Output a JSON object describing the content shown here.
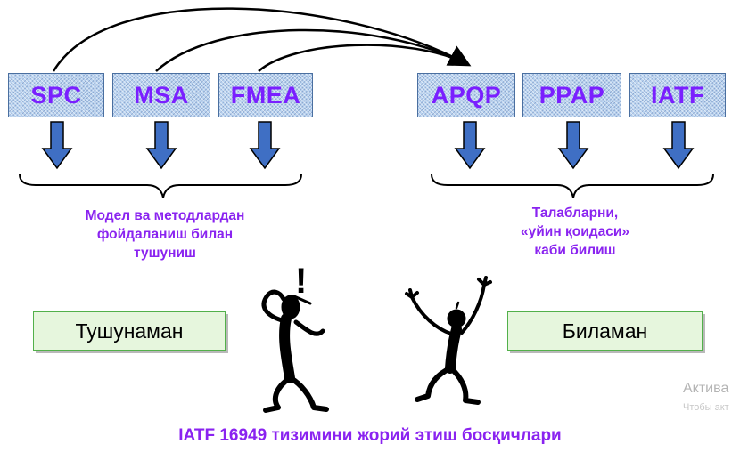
{
  "boxes_left": [
    "SPC",
    "MSA",
    "FMEA"
  ],
  "boxes_right": [
    "APQP",
    "PPAP",
    "IATF"
  ],
  "caption_left": [
    "Модел ва методлардан",
    "фойдаланиш билан",
    "тушуниш"
  ],
  "caption_right": [
    "Талабларни,",
    "«уйин қоидаси»",
    "каби билиш"
  ],
  "state_left": "Тушунаман",
  "state_right": "Биламан",
  "exclamation": "!",
  "footer": "IATF 16949 тизимини жорий этиш босқичлари",
  "watermark": {
    "line1": "Актива",
    "line2": "Чтобы акт"
  },
  "colors": {
    "accent_text": "#8a23f0",
    "box_fill": "#b9d3f0",
    "arrow": "#3f6fc4",
    "state_fill": "#e6f6dd",
    "state_border": "#52b04a"
  }
}
